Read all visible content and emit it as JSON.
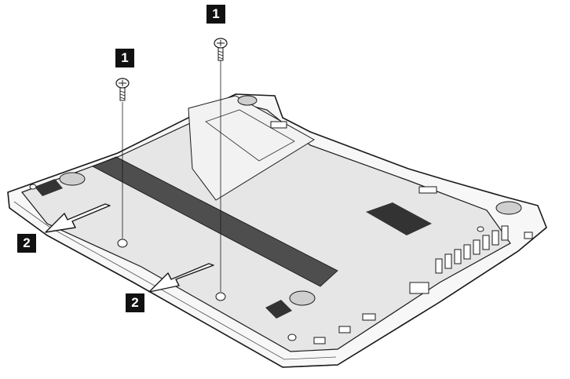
{
  "steps": {
    "screw_label_left": "1",
    "screw_label_right": "1",
    "arrow_label_left": "2",
    "arrow_label_right": "2"
  },
  "colors": {
    "line": "#1a1a1a",
    "panel_fill": "#e6e6e6",
    "label_bg": "#111111",
    "label_text": "#ffffff"
  }
}
